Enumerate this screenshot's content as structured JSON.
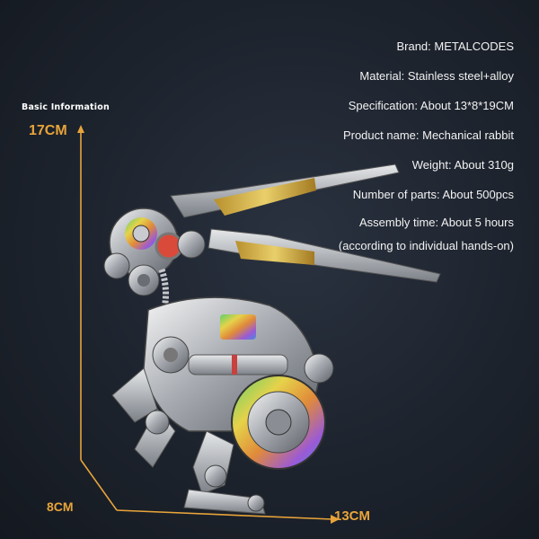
{
  "basic_info_label": "Basic Information",
  "specs": [
    "Brand: METALCODES",
    "Material: Stainless steel+alloy",
    "Specification: About 13*8*19CM",
    "Product name: Mechanical rabbit",
    "Weight: About 310g",
    "Number of parts: About 500pcs",
    "Assembly time: About 5 hours",
    "(according to individual hands-on)"
  ],
  "dimensions": {
    "height": "17CM",
    "depth": "8CM",
    "width": "13CM"
  },
  "colors": {
    "accent": "#e8a43a",
    "background": "#1d232d"
  }
}
